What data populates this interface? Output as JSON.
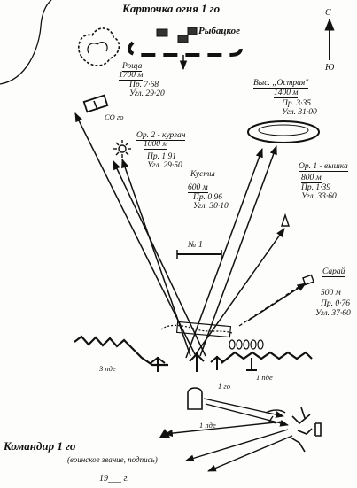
{
  "title": "Карточка огня 1 го",
  "village": "Рыбацкое",
  "compass": {
    "north": "С",
    "south": "Ю"
  },
  "so": "СО го",
  "landmarks": {
    "grove": {
      "name": "Роща",
      "dist": "1700 м",
      "sight": "Пр. 7·68",
      "elev": "Угл. 29·20"
    },
    "height": {
      "name": "Выс. „Острая\"",
      "dist": "1400 м",
      "sight": "Пр. 3·35",
      "elev": "Угл. 31·00"
    },
    "or2": {
      "name": "Ор. 2 - курган",
      "dist": "1000 м",
      "sight": "Пр. 1·91",
      "elev": "Угл. 29·50"
    },
    "bushes": {
      "name": "Кусты",
      "dist": "600 м",
      "sight": "Пр. 0·96",
      "elev": "Угл. 30·10"
    },
    "or1": {
      "name": "Ор. 1 - вышка",
      "dist": "800 м",
      "sight": "Пр. 1·39",
      "elev": "Угл. 33·60"
    },
    "barn": {
      "name": "Сарай",
      "dist": "500 м",
      "sight": "Пр. 0·76",
      "elev": "Угл. 37·60"
    }
  },
  "marker": "№ 1",
  "positions": {
    "left": "3 пде",
    "right": "1 пде",
    "center": "1 го",
    "bottom": "1 пде"
  },
  "commander": "Командир 1 го",
  "signature_hint": "(воинское звание, подпись)",
  "date_line": "19___ г."
}
